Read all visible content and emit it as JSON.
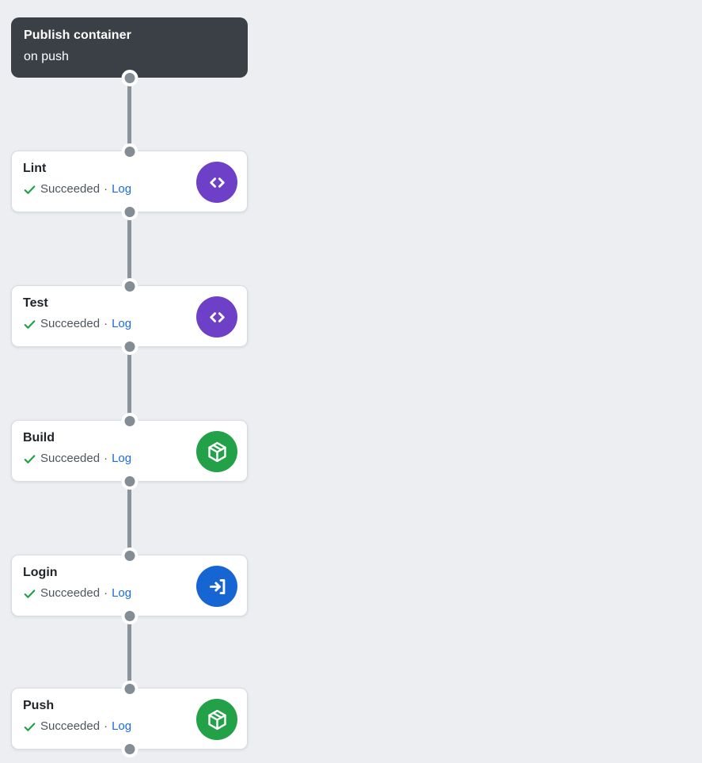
{
  "page": {
    "background": "#eceef1"
  },
  "workflow": {
    "trigger": {
      "title": "Publish container",
      "subtitle": "on push"
    },
    "steps": [
      {
        "name": "Lint",
        "status": "Succeeded",
        "separator": "·",
        "log_label": "Log",
        "icon": "code",
        "icon_bg": "#6e40c8"
      },
      {
        "name": "Test",
        "status": "Succeeded",
        "separator": "·",
        "log_label": "Log",
        "icon": "code",
        "icon_bg": "#6e40c8"
      },
      {
        "name": "Build",
        "status": "Succeeded",
        "separator": "·",
        "log_label": "Log",
        "icon": "package",
        "icon_bg": "#23a148"
      },
      {
        "name": "Login",
        "status": "Succeeded",
        "separator": "·",
        "log_label": "Log",
        "icon": "sign-in",
        "icon_bg": "#1665d3"
      },
      {
        "name": "Push",
        "status": "Succeeded",
        "separator": "·",
        "log_label": "Log",
        "icon": "package",
        "icon_bg": "#23a148"
      }
    ]
  },
  "colors": {
    "background": "#eceef1",
    "trigger_bg": "#3a4046",
    "card_bg": "#ffffff",
    "card_border": "#d8dbe0",
    "connector_gray": "#8a929b",
    "dot_gray": "#848c96",
    "success_green": "#23a148",
    "link_blue": "#1a6bdb",
    "status_text": "#4d555d",
    "name_text": "#1f2429",
    "icon_purple": "#6e40c8",
    "icon_green": "#23a148",
    "icon_blue": "#1665d3"
  }
}
